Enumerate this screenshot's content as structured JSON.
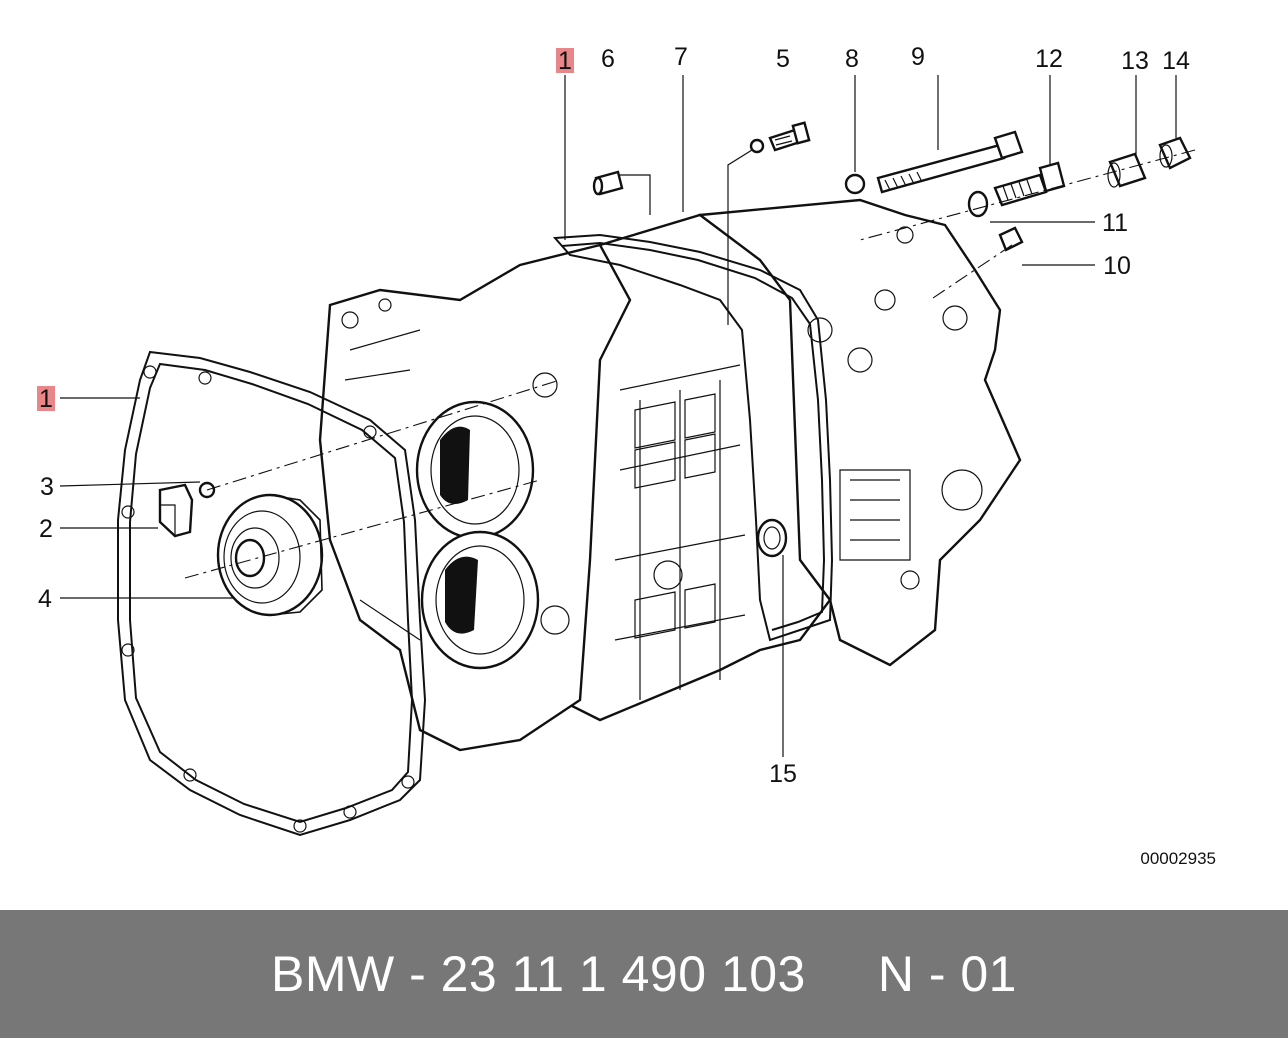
{
  "callouts": {
    "c1_top": "1",
    "c6": "6",
    "c7": "7",
    "c5": "5",
    "c8": "8",
    "c9": "9",
    "c12": "12",
    "c13": "13",
    "c14": "14",
    "c11": "11",
    "c10": "10",
    "c1_left": "1",
    "c3": "3",
    "c2": "2",
    "c4": "4",
    "c15": "15"
  },
  "highlight_color": "#e8868a",
  "image_id": "00002935",
  "footer": {
    "text": "BMW - 23 11 1 490 103     N - 01",
    "background": "#777777"
  }
}
